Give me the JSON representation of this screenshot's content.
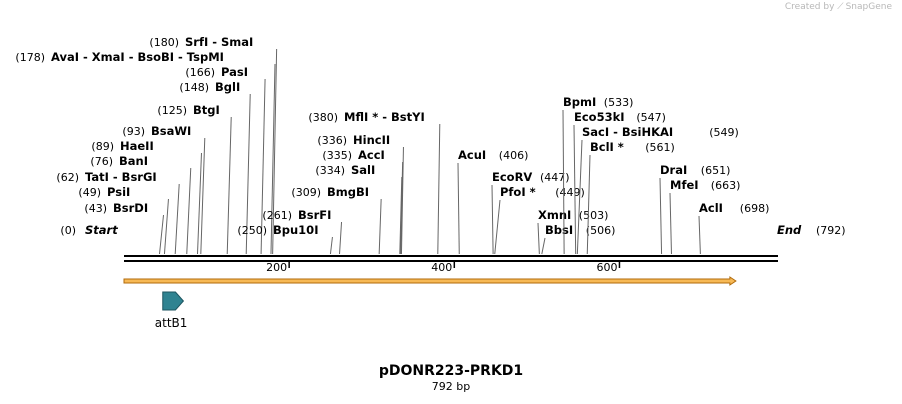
{
  "credit": {
    "prefix": "Created by",
    "brand": "SnapGene"
  },
  "map": {
    "title": "pDONR223-PRKD1",
    "length_label": "792 bp",
    "length": 792,
    "ends": {
      "start": {
        "label": "Start",
        "pos": "(0)"
      },
      "end": {
        "label": "End",
        "pos": "(792)"
      }
    },
    "ticks": [
      {
        "value": 200,
        "label": "200"
      },
      {
        "value": 400,
        "label": "400"
      },
      {
        "value": 600,
        "label": "600"
      }
    ],
    "sites": [
      {
        "names": [
          "BsrDI"
        ],
        "pos": 43,
        "pos_label": "(43)",
        "side": "left"
      },
      {
        "names": [
          "PsiI"
        ],
        "pos": 49,
        "pos_label": "(49)",
        "side": "left"
      },
      {
        "names": [
          "TatI",
          "BsrGI"
        ],
        "pos": 62,
        "pos_label": "(62)",
        "side": "left"
      },
      {
        "names": [
          "BanI"
        ],
        "pos": 76,
        "pos_label": "(76)",
        "side": "left"
      },
      {
        "names": [
          "HaeII"
        ],
        "pos": 89,
        "pos_label": "(89)",
        "side": "left"
      },
      {
        "names": [
          "BsaWI"
        ],
        "pos": 93,
        "pos_label": "(93)",
        "side": "left"
      },
      {
        "names": [
          "BtgI"
        ],
        "pos": 125,
        "pos_label": "(125)",
        "side": "left"
      },
      {
        "names": [
          "BglI"
        ],
        "pos": 148,
        "pos_label": "(148)",
        "side": "left"
      },
      {
        "names": [
          "PasI"
        ],
        "pos": 166,
        "pos_label": "(166)",
        "side": "left"
      },
      {
        "names": [
          "AvaI",
          "XmaI",
          "BsoBI",
          "TspMI"
        ],
        "pos": 178,
        "pos_label": "(178)",
        "side": "left"
      },
      {
        "names": [
          "SrfI",
          "SmaI"
        ],
        "pos": 180,
        "pos_label": "(180)",
        "side": "left"
      },
      {
        "names": [
          "Bpu10I"
        ],
        "pos": 250,
        "pos_label": "(250)",
        "side": "left"
      },
      {
        "names": [
          "BsrFI"
        ],
        "pos": 261,
        "pos_label": "(261)",
        "side": "left"
      },
      {
        "names": [
          "BmgBI"
        ],
        "pos": 309,
        "pos_label": "(309)",
        "side": "left"
      },
      {
        "names": [
          "SalI"
        ],
        "pos": 334,
        "pos_label": "(334)",
        "side": "left"
      },
      {
        "names": [
          "AccI"
        ],
        "pos": 335,
        "pos_label": "(335)",
        "side": "left"
      },
      {
        "names": [
          "HincII"
        ],
        "pos": 336,
        "pos_label": "(336)",
        "side": "left"
      },
      {
        "names": [
          "MflI *",
          "BstYI"
        ],
        "pos": 380,
        "pos_label": "(380)",
        "side": "left"
      },
      {
        "names": [
          "AcuI"
        ],
        "pos": 406,
        "pos_label": "(406)",
        "side": "right"
      },
      {
        "names": [
          "EcoRV"
        ],
        "pos": 447,
        "pos_label": "(447)",
        "side": "right"
      },
      {
        "names": [
          "PfoI *"
        ],
        "pos": 449,
        "pos_label": "(449)",
        "side": "right"
      },
      {
        "names": [
          "XmnI"
        ],
        "pos": 503,
        "pos_label": "(503)",
        "side": "right"
      },
      {
        "names": [
          "BbsI"
        ],
        "pos": 506,
        "pos_label": "(506)",
        "side": "right"
      },
      {
        "names": [
          "BpmI"
        ],
        "pos": 533,
        "pos_label": "(533)",
        "side": "right"
      },
      {
        "names": [
          "Eco53kI"
        ],
        "pos": 547,
        "pos_label": "(547)",
        "side": "right"
      },
      {
        "names": [
          "SacI",
          "BsiHKAI"
        ],
        "pos": 549,
        "pos_label": "(549)",
        "side": "right"
      },
      {
        "names": [
          "BclI *"
        ],
        "pos": 561,
        "pos_label": "(561)",
        "side": "right"
      },
      {
        "names": [
          "DraI"
        ],
        "pos": 651,
        "pos_label": "(651)",
        "side": "right"
      },
      {
        "names": [
          "MfeI"
        ],
        "pos": 663,
        "pos_label": "(663)",
        "side": "right"
      },
      {
        "names": [
          "AclI"
        ],
        "pos": 698,
        "pos_label": "(698)",
        "side": "right"
      }
    ],
    "features": [
      {
        "name": "attB1",
        "start": 53,
        "end": 78,
        "color": "#2f8391"
      }
    ],
    "orf": {
      "start": 0,
      "end": 741,
      "color": "#f7b955",
      "stroke": "#b06a0a"
    }
  }
}
